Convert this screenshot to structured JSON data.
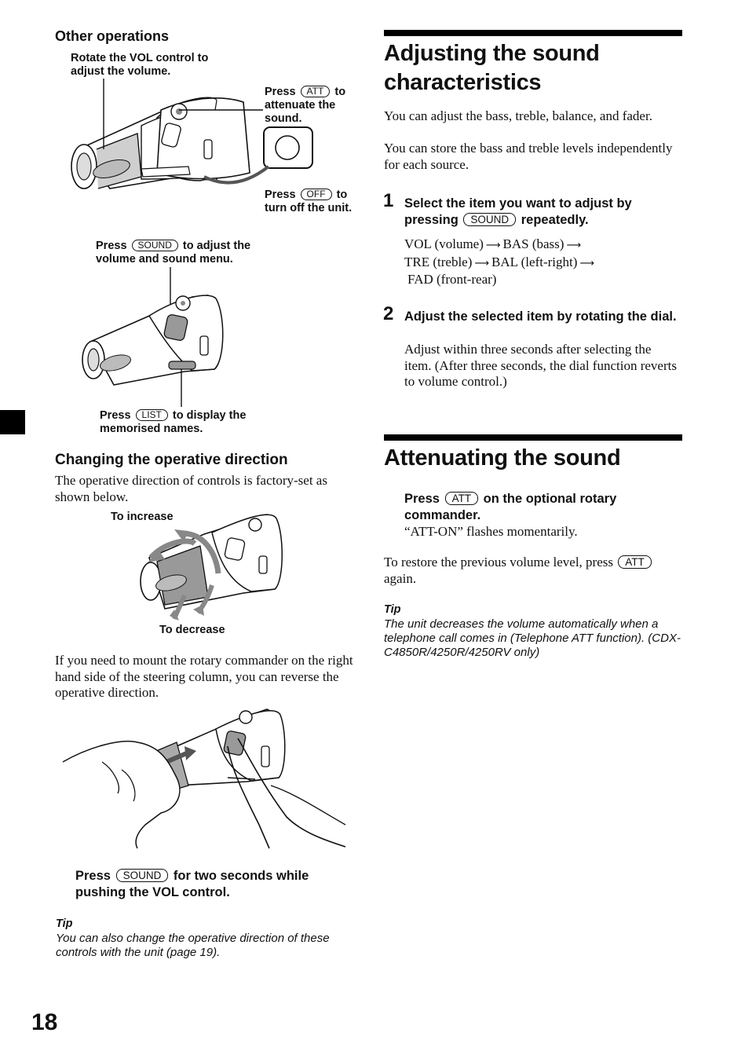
{
  "left": {
    "other_ops_heading": "Other operations",
    "cap_vol": "Rotate the VOL control to adjust the volume.",
    "cap_att_pre": "Press",
    "cap_att_key": "ATT",
    "cap_att_post": "to attenuate the sound.",
    "cap_off_pre": "Press",
    "cap_off_key": "OFF",
    "cap_off_post": "to turn off the unit.",
    "cap_sound_pre": "Press",
    "cap_sound_key": "SOUND",
    "cap_sound_post": "to adjust the volume and sound menu.",
    "cap_list_pre": "Press",
    "cap_list_key": "LIST",
    "cap_list_post": "to display the memorised names.",
    "direction_heading": "Changing the operative direction",
    "direction_body": "The operative direction of controls is factory-set as shown below.",
    "to_increase": "To increase",
    "to_decrease": "To decrease",
    "mount_body": "If you need to mount the rotary commander on the right hand side of the steering column, you can reverse the operative direction.",
    "press_sound_pre": "Press",
    "press_sound_key": "SOUND",
    "press_sound_post": "for two seconds while pushing the VOL control.",
    "tip_label": "Tip",
    "tip_text": "You can also change the operative direction of these controls with the unit (page 19)."
  },
  "right": {
    "adjust_title": "Adjusting the sound characteristics",
    "adjust_intro_1": "You can adjust the bass, treble, balance, and fader.",
    "adjust_intro_2": "You can store the bass and treble levels independently for each source.",
    "step1_num": "1",
    "step1_pre": "Select the item you want to adjust by pressing",
    "step1_key": "SOUND",
    "step1_post": "repeatedly.",
    "seq_vol": "VOL (volume)",
    "seq_bas": "BAS (bass)",
    "seq_tre": "TRE (treble)",
    "seq_bal": "BAL (left-right)",
    "seq_fad": "FAD (front-rear)",
    "step2_num": "2",
    "step2_bold": "Adjust the selected item by rotating the dial.",
    "step2_body": "Adjust within three seconds after selecting the item. (After three seconds, the dial function reverts to volume control.)",
    "atten_title": "Attenuating the sound",
    "atten_pre": "Press",
    "atten_key": "ATT",
    "atten_post": "on the optional rotary commander.",
    "atten_flash": "“ATT-ON” flashes momentarily.",
    "restore_pre": "To restore the previous volume level, press",
    "restore_key": "ATT",
    "restore_post": "again.",
    "tip_label": "Tip",
    "tip_text": "The unit decreases the volume automatically when a telephone call comes in (Telephone ATT function). (CDX-C4850R/4250R/4250RV only)"
  },
  "page_number": "18"
}
